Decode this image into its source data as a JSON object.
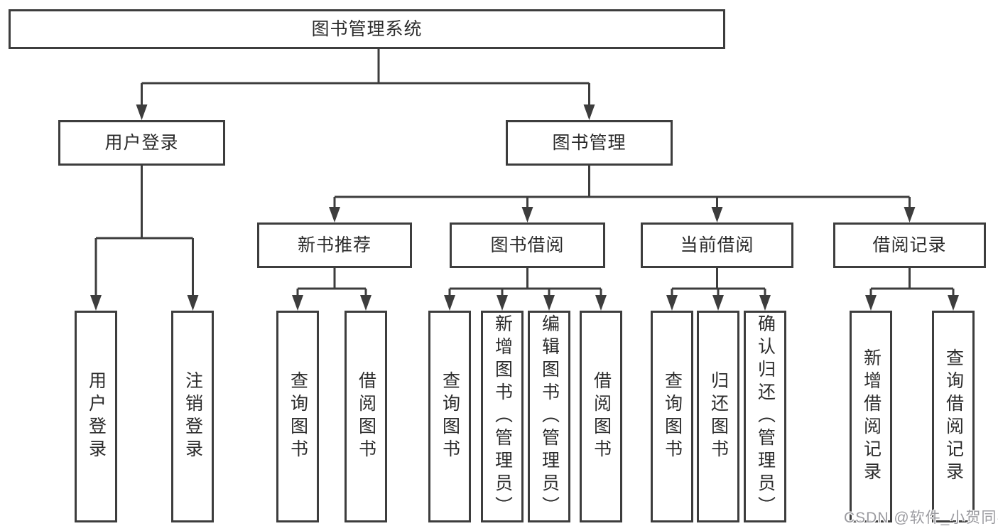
{
  "diagram": {
    "colors": {
      "line": "#3d3d3d",
      "text": "#2b2b2b",
      "box_background": "#ffffff",
      "watermark": "#9b9ba0"
    },
    "watermark": {
      "text": "CSDN @软件_小贺同学"
    },
    "tree": {
      "label": "图书管理系统",
      "children": [
        {
          "label": "用户登录",
          "children": [
            {
              "label": "用户登录"
            },
            {
              "label": "注销登录"
            }
          ]
        },
        {
          "label": "图书管理",
          "children": [
            {
              "label": "新书推荐",
              "children": [
                {
                  "label": "查询图书"
                },
                {
                  "label": "借阅图书"
                }
              ]
            },
            {
              "label": "图书借阅",
              "children": [
                {
                  "label": "查询图书"
                },
                {
                  "label": "新增图书（管理员）"
                },
                {
                  "label": "编辑图书（管理员）"
                },
                {
                  "label": "借阅图书"
                }
              ]
            },
            {
              "label": "当前借阅",
              "children": [
                {
                  "label": "查询图书"
                },
                {
                  "label": "归还图书"
                },
                {
                  "label": "确认归还（管理员）"
                }
              ]
            },
            {
              "label": "借阅记录",
              "children": [
                {
                  "label": "新增借阅记录"
                },
                {
                  "label": "查询借阅记录"
                }
              ]
            }
          ]
        }
      ]
    }
  }
}
